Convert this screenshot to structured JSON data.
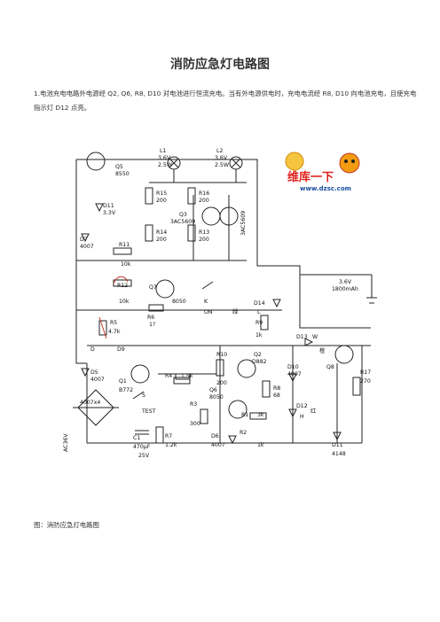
{
  "document": {
    "title": "消防应急灯电路图",
    "paragraph": "1.电池充电电路外电源经 Q2, Q6, R8, D10 对电池进行恒流充电。当有外电源供电时，充电电流经 R8, D10 向电池充电，且使充电指示灯 D12 点亮。",
    "caption": "图：消防应急灯电路图"
  },
  "schematic": {
    "watermark_text": "维库一下",
    "watermark_url": "www.dzsc.com",
    "labels": {
      "q5": "Q5",
      "q5v": "8550",
      "l1": "L1",
      "l1v": "3.6V",
      "l1w": "2.5W",
      "l2": "L2",
      "l2v": "3.6V",
      "l2w": "2.5W",
      "d11": "D11",
      "d11v": "3.3V",
      "r15": "R15",
      "r15v": "200",
      "r16": "R16",
      "r16v": "200",
      "q3": "Q3",
      "q3v": "3AC5609",
      "q4v": "3AC5609",
      "r14": "R14",
      "r14v": "200",
      "r13": "R13",
      "r13v": "200",
      "d7": "D7",
      "d7v": "4007",
      "r11": "R11",
      "r11v": "10k",
      "r12": "R12",
      "r12v": "10k",
      "q7": "Q7",
      "q7v": "8050",
      "k": "K",
      "kv": "ON",
      "r6": "R6",
      "r6v": "1?",
      "r5": "R5",
      "r5v": "4.7k",
      "d14": "D14",
      "d14c": "绿",
      "d14l": "L",
      "r9": "R9",
      "r9v": "1k",
      "bat": "3.6V",
      "batc": "1800mAh",
      "d13": "D13",
      "d13w": "W",
      "d13c": "橙",
      "d8": "D",
      "d9": "D9",
      "d5": "D5",
      "d5v": "4007",
      "q1": "Q1",
      "q1v": "B772",
      "r4": "R4",
      "r4v": "1.5k",
      "r10": "R10",
      "r10v": "200",
      "q2": "Q2",
      "q2v": "D882",
      "q6": "Q6",
      "q6v": "8050",
      "d10": "D10",
      "d10v": "4007",
      "q8": "Q8",
      "r17": "R17",
      "r17v": "270",
      "r8": "R8",
      "r8v": "68",
      "d12": "D12",
      "d12c": "红",
      "d12h": "H",
      "bridge": "4007x4",
      "s": "S",
      "test": "TEST",
      "r3": "R3",
      "r3v": "300",
      "r1": "R1",
      "r1v": "3k",
      "ac": "AC36V",
      "c1": "C1",
      "c1v": "470μF",
      "c1u": "25V",
      "r7": "R7",
      "r7v": "1.2k",
      "d6": "D6",
      "d6v": "4007",
      "r2": "R2",
      "r2v": "1k",
      "d11b": "D11",
      "d11bv": "4148"
    }
  }
}
